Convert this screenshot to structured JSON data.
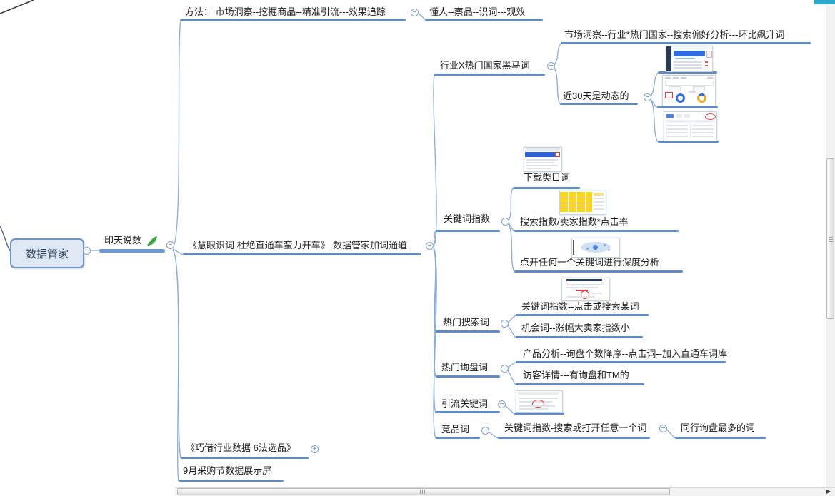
{
  "colors": {
    "branch_line": "#5f8cc9",
    "connector": "#8aabd6",
    "root_fill": "#dde8f4",
    "root_border": "#7093c3",
    "leaf_marker_green": "#3fae49",
    "annotation_red": "#e04040",
    "highlight_yellow": "#f7d91c",
    "teal_strip": "#2fa8cb"
  },
  "glyphs": {
    "collapse": "−",
    "expand": "+",
    "scroll_right": "▶"
  },
  "map": {
    "root": {
      "label": "数据管家"
    },
    "topic": {
      "label": "印天说数",
      "marker": "green-leaf"
    },
    "branches": {
      "method": {
        "label": "方法： 市场洞察--挖掘商品--精准引流---效果追踪",
        "children": {
          "principle": {
            "label": "懂人--察品--识词---观效"
          }
        }
      },
      "huiyan": {
        "label": "《慧眼识词 杜绝直通车蛮力开车》-数据管家加词通道",
        "children": {
          "heima": {
            "label": "行业X热门国家黑马词",
            "children": {
              "shichang": {
                "label": "市场洞察--行业*热门国家--搜索偏好分析---环比飙升词"
              },
              "jin30": {
                "label": "近30天是动态的",
                "children": {
                  "img_dashboard": {
                    "image": "market-insight-dashboard-screenshot"
                  },
                  "img_donuts": {
                    "image": "search-preference-donut-charts-screenshot"
                  },
                  "img_table": {
                    "image": "soaring-words-table-screenshot"
                  }
                }
              }
            }
          },
          "kw_index": {
            "label": "关键词指数",
            "children": {
              "download": {
                "label": "下载类目词",
                "image": "category-words-table-screenshot"
              },
              "formula": {
                "label": "搜索指数/卖家指数*点击率",
                "image": "yellow-highlighted-table-screenshot"
              },
              "deep": {
                "label": "点开任何一个关键词进行深度分析",
                "image": "keyword-bubble-chart-screenshot"
              }
            }
          },
          "hot_search": {
            "label": "热门搜索词",
            "children": {
              "click_or_search": {
                "label": "关键词指数--点击或搜索某词",
                "image": "annotated-table-screenshot"
              },
              "opportunity": {
                "label": "机会词--涨幅大卖家指数小"
              }
            }
          },
          "hot_inquiry": {
            "label": "热门询盘词",
            "children": {
              "product_analysis": {
                "label": "产品分析--询盘个数降序--点击词--加入直通车词库"
              },
              "visitor_detail": {
                "label": "访客详情---有询盘和TM的"
              }
            }
          },
          "traffic_kw": {
            "label": "引流关键词",
            "children": {
              "img_doc": {
                "image": "traffic-keywords-doc-screenshot"
              }
            }
          },
          "competitor": {
            "label": "竞品词",
            "children": {
              "search_open": {
                "label": "关键词指数-搜索或打开任意一个词",
                "children": {
                  "peer_inquiry": {
                    "label": "同行询盘最多的词"
                  }
                }
              }
            }
          }
        }
      },
      "qiaojie": {
        "label": "《巧借行业数据 6法选品》",
        "collapsed": true
      },
      "september": {
        "label": "9月采购节数据展示屏"
      }
    }
  }
}
